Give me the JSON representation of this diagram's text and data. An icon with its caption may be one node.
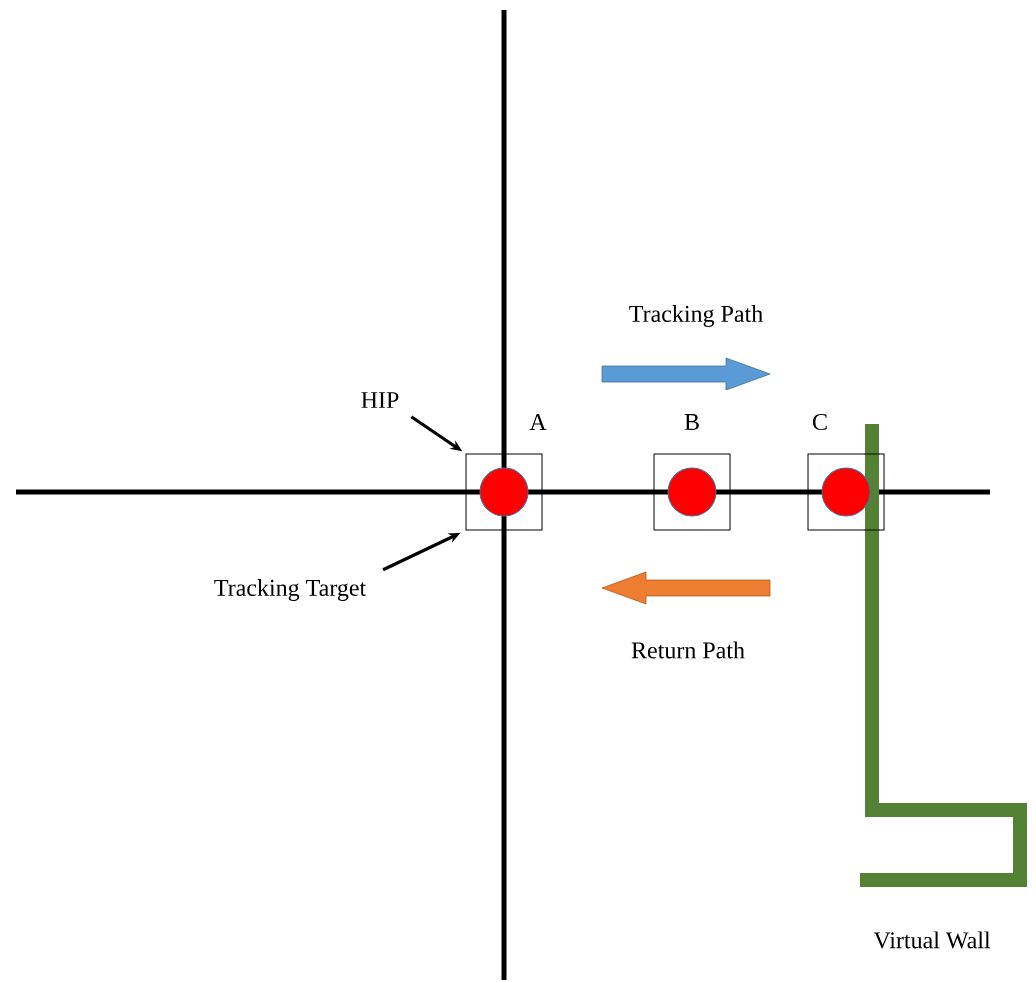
{
  "diagram": {
    "nodes": [
      {
        "text": [
          "HIP"
        ]
      },
      {
        "text": [
          "Tracking Target"
        ]
      },
      {
        "text": [],
        "shape": "box",
        "beside": [
          "A"
        ]
      },
      {
        "text": [],
        "shape": "box",
        "beside": [
          "B"
        ]
      },
      {
        "text": [],
        "shape": "box",
        "beside": [
          "C"
        ]
      }
    ],
    "edges": [
      {
        "from": 0,
        "to": 2,
        "arrow": "to"
      },
      {
        "from": 1,
        "to": 2,
        "arrow": "to"
      }
    ],
    "labels": [
      "Tracking Path",
      "Return Path",
      "Virtual Wall"
    ]
  }
}
